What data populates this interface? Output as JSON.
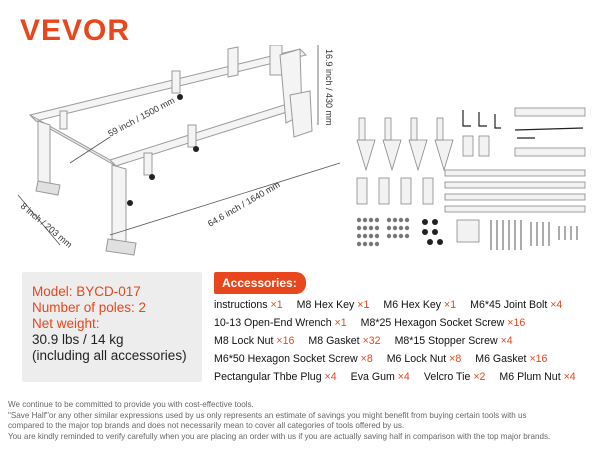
{
  "brand": {
    "logo_text": "VEVOR",
    "accent": "#e8461c"
  },
  "dimensions": {
    "width": "59 inch / 1500 mm",
    "length": "64.6 inch / 1640 mm",
    "depth": "8 inch / 203 mm",
    "height": "16.9 inch / 430 mm"
  },
  "specs": {
    "model": "Model: BYCD-017",
    "poles": "Number of poles: 2",
    "net_weight_label": "Net weight:",
    "weight": "30.9 lbs / 14 kg",
    "note": "(including all accessories)"
  },
  "accessories": {
    "title": "Accessories:",
    "lines": [
      [
        {
          "name": "instructions",
          "qty": "×1"
        },
        {
          "name": "M8 Hex Key",
          "qty": "×1"
        },
        {
          "name": "M6 Hex Key",
          "qty": "×1"
        },
        {
          "name": "M6*45 Joint Bolt",
          "qty": "×4"
        }
      ],
      [
        {
          "name": "10-13 Open-End Wrench",
          "qty": "×1"
        },
        {
          "name": "M8*25 Hexagon Socket Screw",
          "qty": "×16"
        }
      ],
      [
        {
          "name": "M8 Lock Nut",
          "qty": "×16"
        },
        {
          "name": "M8 Gasket",
          "qty": "×32"
        },
        {
          "name": "M8*15 Stopper Screw",
          "qty": "×4"
        }
      ],
      [
        {
          "name": "M6*50 Hexagon Socket Screw",
          "qty": "×8"
        },
        {
          "name": "M6 Lock Nut",
          "qty": "×8"
        },
        {
          "name": "M6 Gasket",
          "qty": "×16"
        }
      ],
      [
        {
          "name": "Pectangular Thbe Plug",
          "qty": "×4"
        },
        {
          "name": "Eva Gum",
          "qty": "×4"
        },
        {
          "name": "Velcro Tie",
          "qty": "×2"
        },
        {
          "name": "M6 Plum Nut",
          "qty": "×4"
        }
      ]
    ]
  },
  "disclaimer": [
    "We continue to be committed to provide you with cost-effective tools.",
    "\"Save Half\"or any other similar expressions used by us only represents an estimate of savings you might benefit from buying certain tools with us",
    "compared to the major top brands and does not necessarily mean to cover all categories of tools offered by us.",
    "You are kindly reminded to verify carefully when you are placing an order with us if you are actually saving half in comparison with the top major brands."
  ]
}
